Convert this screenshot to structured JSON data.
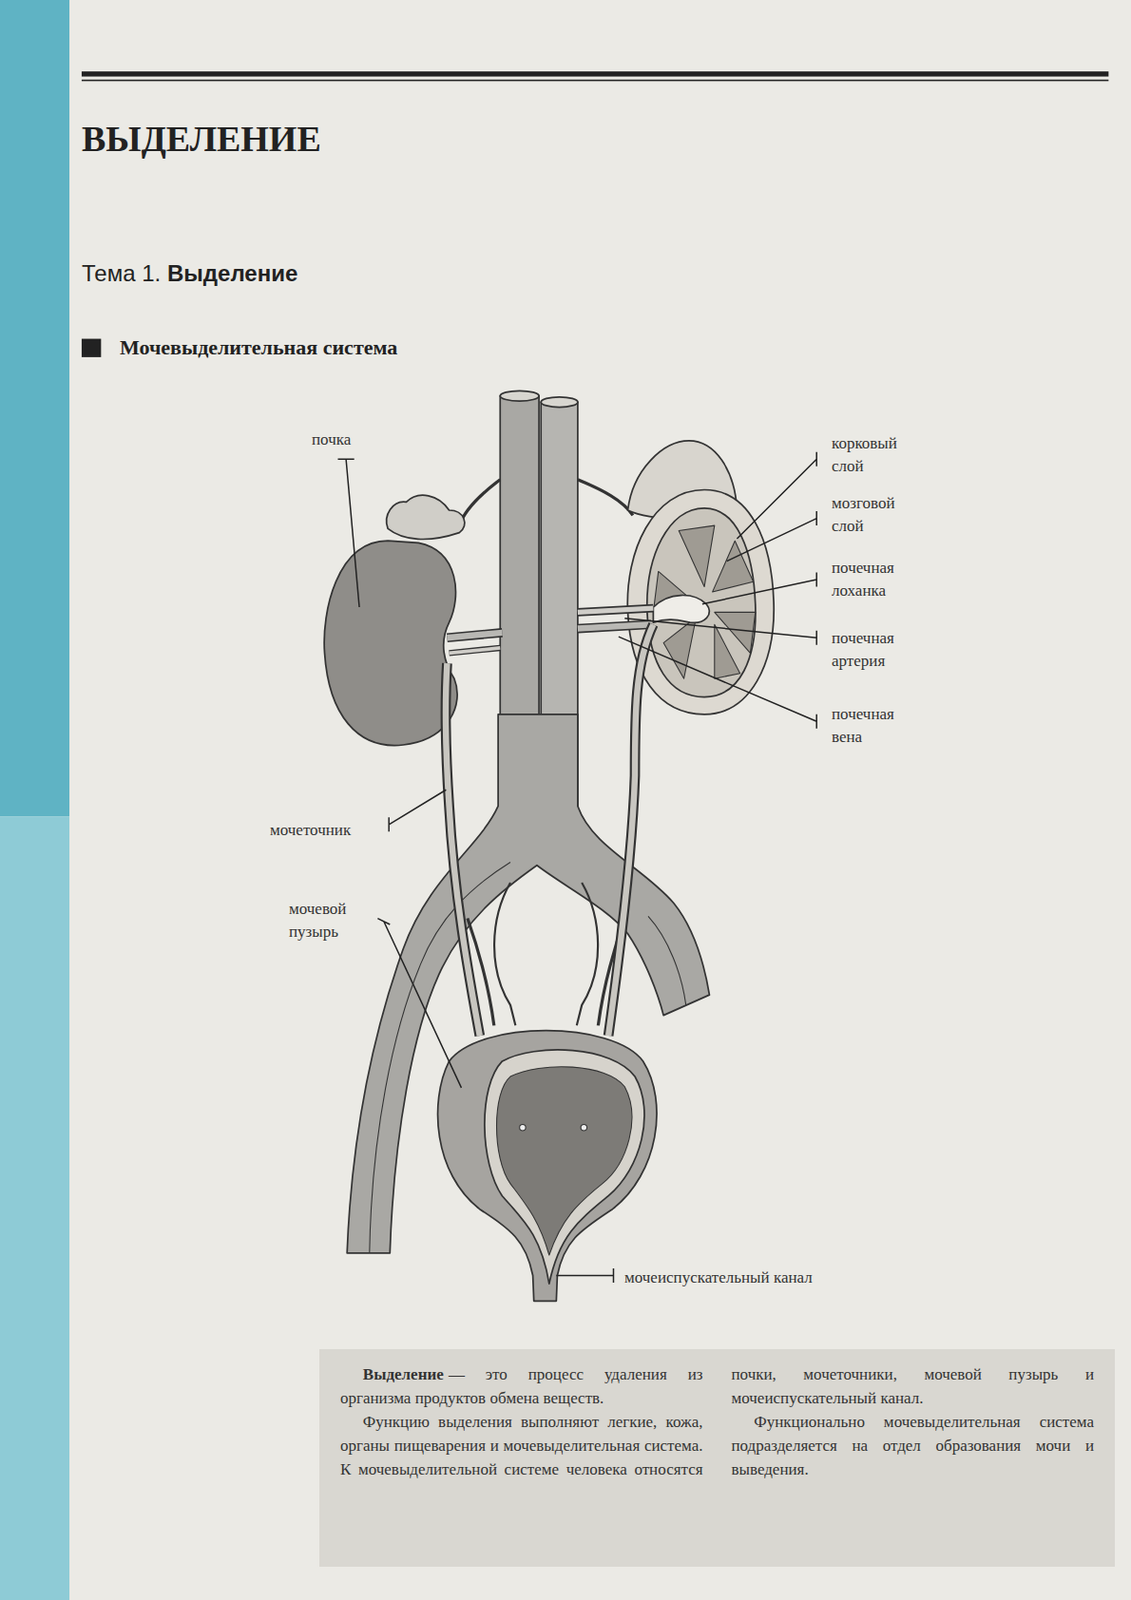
{
  "diagram": {
    "title": "ВЫДЕЛЕНИЕ",
    "nodes": [
      {
        "text": [
          "Выделение",
          "— это процесс удаления из организма продуктов обмена веществ.",
          "Функцию выделения выполняют легкие, кожа, органы пищеварения и мочевыделительная система. К мочевыделительной системе человека относятся почки, мочеточники, мочевой пузырь и мочеиспускательный канал.",
          "Функционально мочевыделительная система подразделяется на отдел образования мочи и выведения."
        ]
      }
    ],
    "labels": [
      "Тема 1.",
      "Выделение",
      "Мочевыделительная система",
      "почка",
      "корковый слой",
      "мозговой слой",
      "почечная лоханка",
      "почечная артерия",
      "почечная вена",
      "мочеточник",
      "мочевой пузырь",
      "мочеиспускательный канал"
    ]
  }
}
